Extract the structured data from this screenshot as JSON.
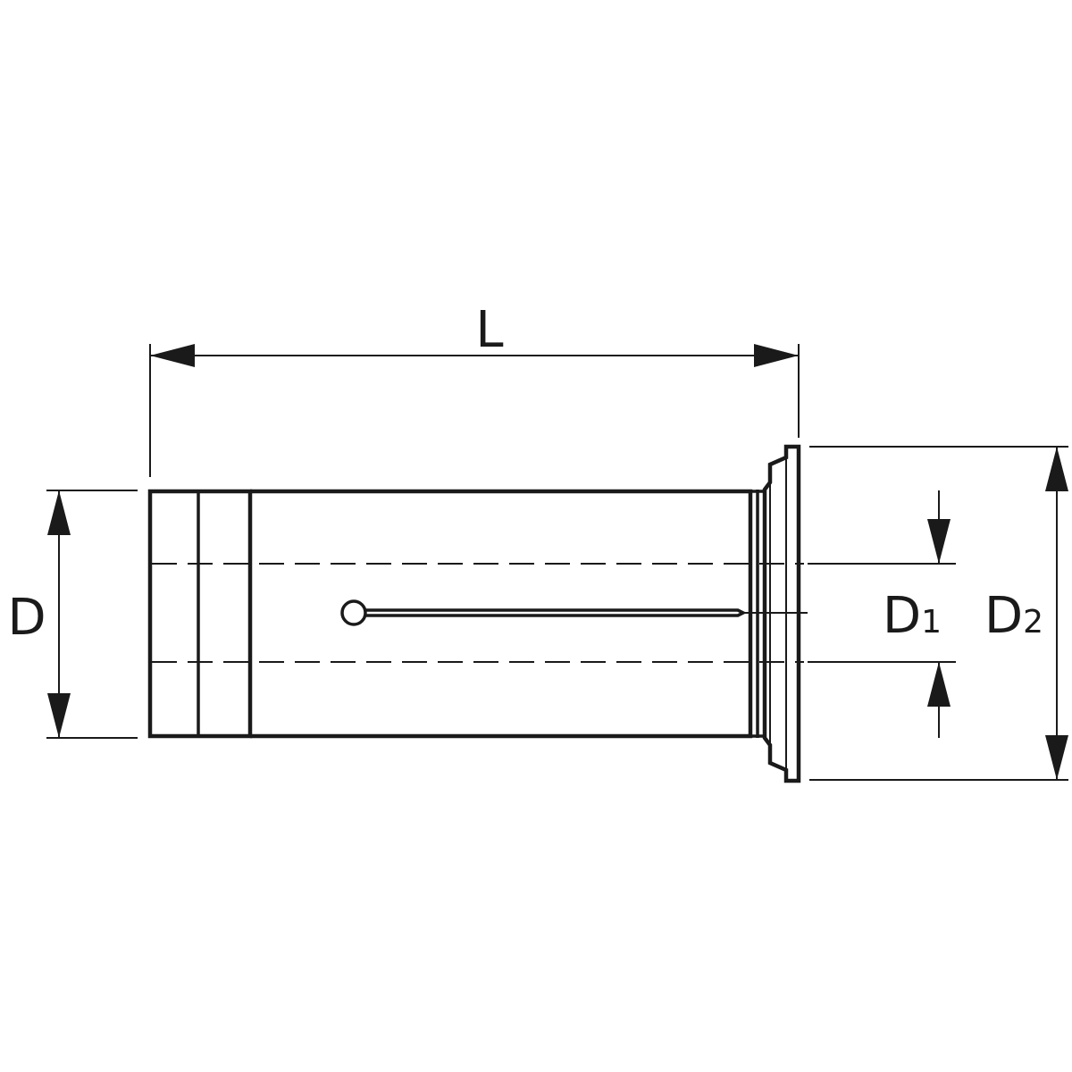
{
  "labels": {
    "length": "L",
    "outer_diameter": "D",
    "bore_diameter_base": "D",
    "bore_diameter_sub": "1",
    "flange_diameter_base": "D",
    "flange_diameter_sub": "2"
  },
  "colors": {
    "line": "#1a1a1a",
    "background": "#ffffff"
  }
}
